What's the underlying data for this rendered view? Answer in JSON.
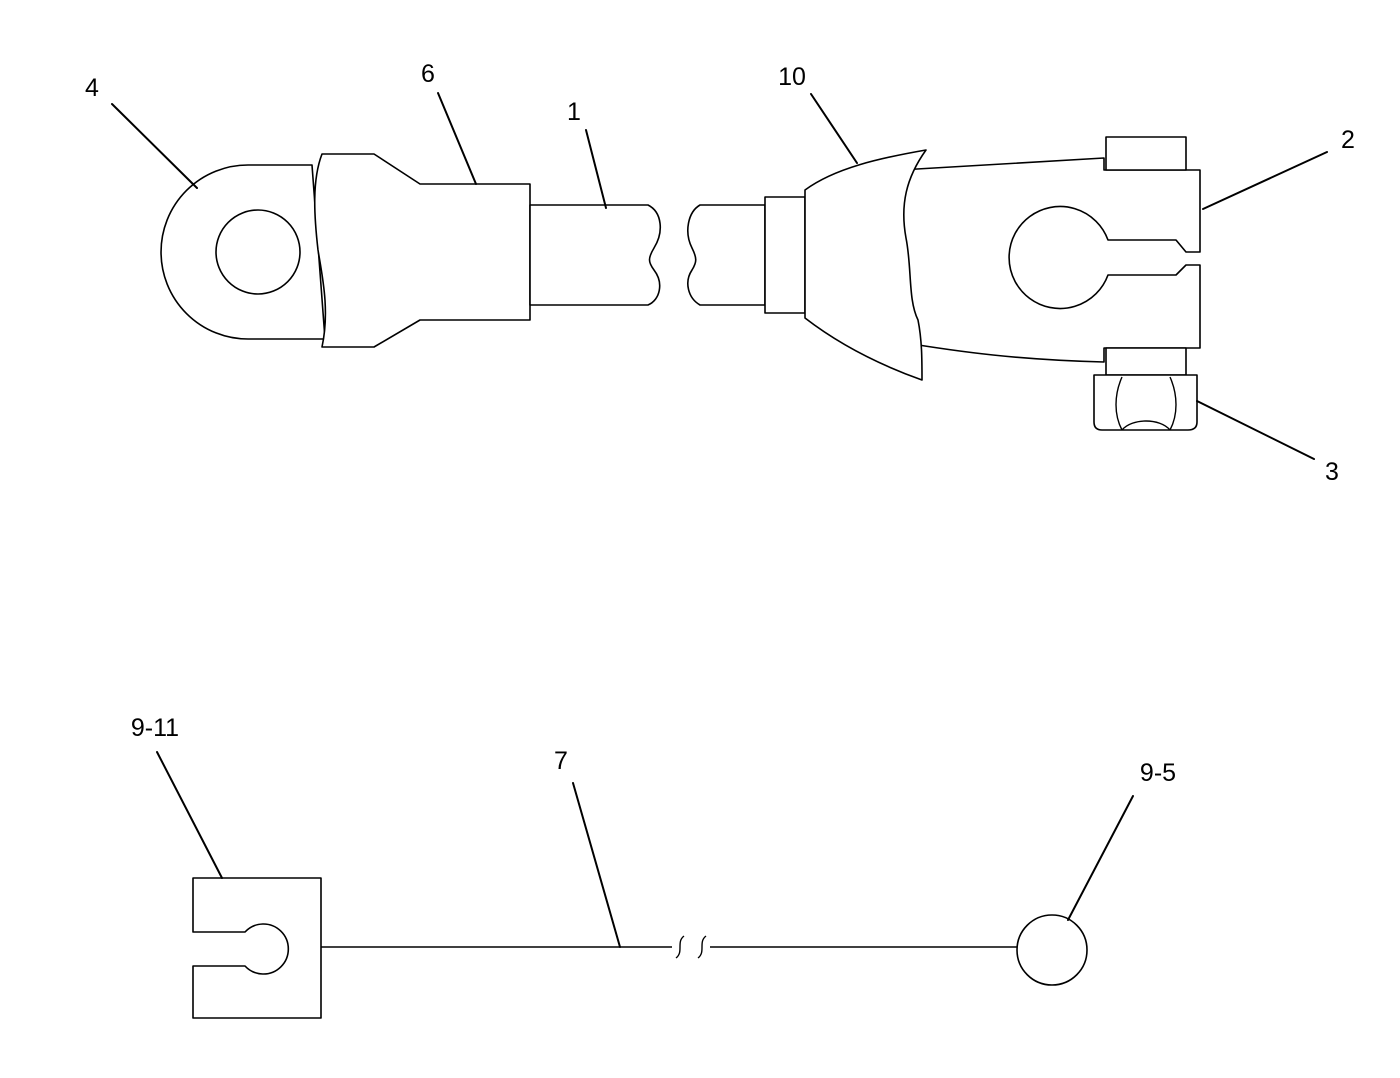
{
  "callouts": {
    "c1": "1",
    "c2": "2",
    "c3": "3",
    "c4": "4",
    "c6": "6",
    "c10": "10",
    "c7": "7",
    "c9_11": "9-11",
    "c9_5": "9-5"
  },
  "colors": {
    "line": "#000000",
    "background": "#ffffff"
  }
}
